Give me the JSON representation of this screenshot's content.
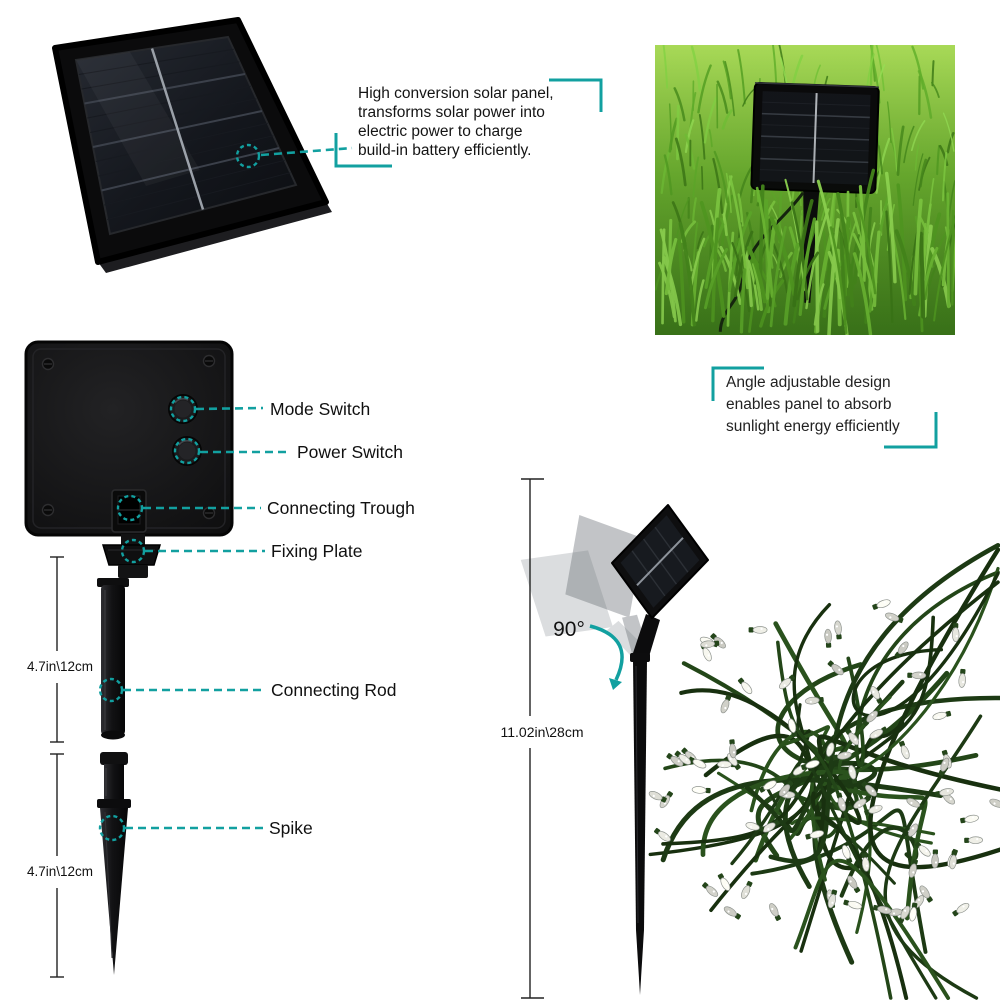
{
  "accent": "#12a0a0",
  "panel_callout": {
    "line1": "High conversion solar panel,",
    "line2": "transforms solar power into",
    "line3": "electric power to charge",
    "line4": "build-in battery efficiently."
  },
  "angle_callout": {
    "line1": "Angle adjustable design",
    "line2": "enables panel to absorb",
    "line3": "sunlight energy efficiently"
  },
  "part_labels": {
    "mode_switch": "Mode Switch",
    "power_switch": "Power Switch",
    "connecting_trough": "Connecting Trough",
    "fixing_plate": "Fixing Plate",
    "connecting_rod": "Connecting Rod",
    "spike": "Spike"
  },
  "measurements": {
    "rod": "4.7in\\12cm",
    "spike": "4.7in\\12cm",
    "stake": "11.02in\\28cm",
    "angle": "90°"
  }
}
